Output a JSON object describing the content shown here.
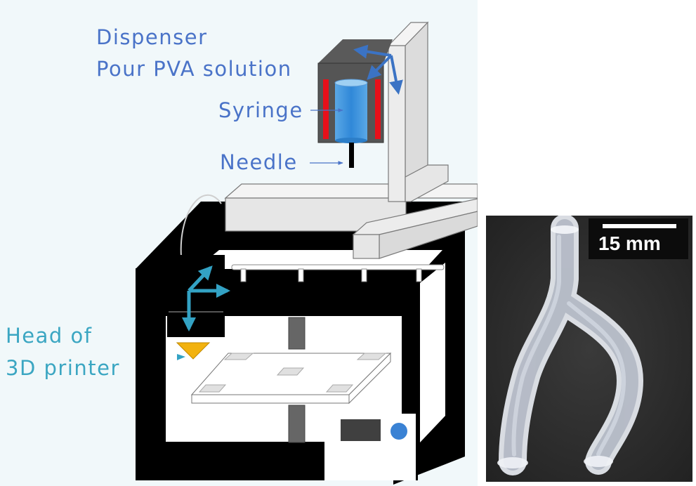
{
  "labels": {
    "dispenser": "Dispenser",
    "pour": "Pour PVA solution",
    "syringe": "Syringe",
    "needle": "Needle",
    "head_line1": "Head of",
    "head_line2": "3D printer"
  },
  "photo": {
    "scale_label": "15 mm"
  },
  "colors": {
    "label_blue": "#4a73c8",
    "label_cyan": "#3ba6c2",
    "heater_red": "#e8101a",
    "syringe_blue": "#3d94df",
    "nozzle_yellow": "#f2b20f",
    "printer_black": "#000000"
  }
}
